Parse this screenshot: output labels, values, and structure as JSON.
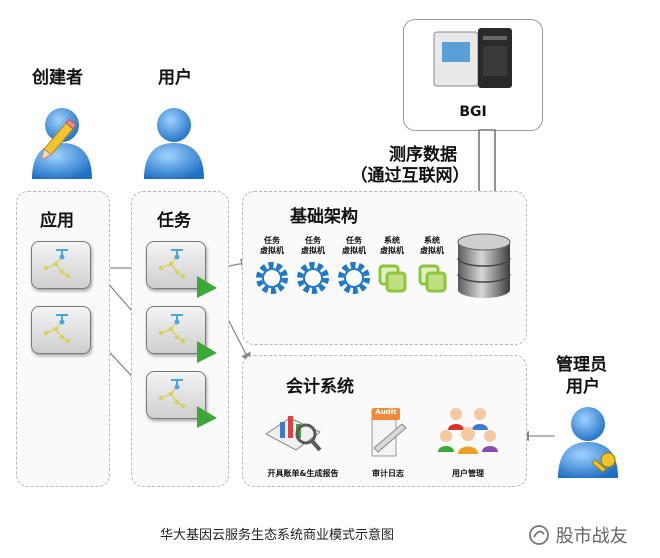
{
  "roles": {
    "creator": "创建者",
    "user": "用户",
    "admin_line1": "管理员",
    "admin_line2": "用户"
  },
  "bgi": {
    "label": "BGI"
  },
  "sequencing": {
    "line1": "测序数据",
    "line2": "（通过互联网）"
  },
  "panels": {
    "apps": "应用",
    "tasks": "任务",
    "infrastructure": "基础架构",
    "accounting": "会计系统"
  },
  "vms": [
    {
      "line1": "任务",
      "line2": "虚拟机",
      "kind": "gear"
    },
    {
      "line1": "任务",
      "line2": "虚拟机",
      "kind": "gear"
    },
    {
      "line1": "任务",
      "line2": "虚拟机",
      "kind": "gear"
    },
    {
      "line1": "系统",
      "line2": "虚拟机",
      "kind": "vm"
    },
    {
      "line1": "系统",
      "line2": "虚拟机",
      "kind": "vm"
    }
  ],
  "accounting_items": {
    "billing": "开具账单&生成报告",
    "audit": "审计日志",
    "audit_sign": "Audit",
    "user_mgmt": "用户管理"
  },
  "caption": "华大基因云服务生态系统商业模式示意图",
  "watermark": "股市战友",
  "colors": {
    "gear": "#1f78c8",
    "vm_green": "#8cc63f",
    "arrow": "#8a8a8a",
    "triangle": "#3aa935"
  }
}
